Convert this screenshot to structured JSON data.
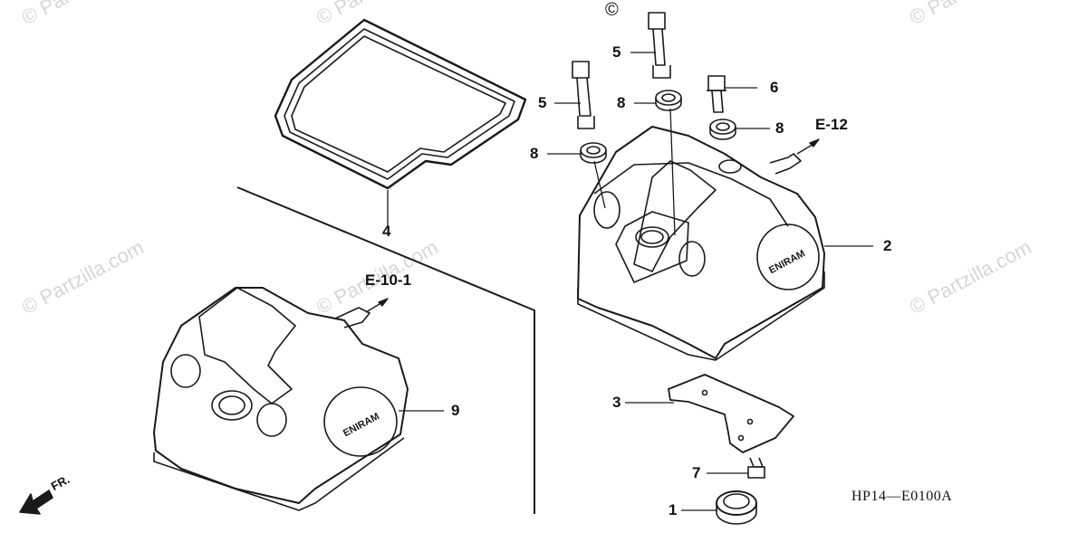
{
  "watermark": "© Partzilla.com",
  "copyright_mark": "©",
  "part_labels": {
    "p1": "1",
    "p2": "2",
    "p3": "3",
    "p4": "4",
    "p5a": "5",
    "p5b": "5",
    "p6": "6",
    "p7": "7",
    "p8a": "8",
    "p8b": "8",
    "p8c": "8",
    "p9": "9"
  },
  "references": {
    "e10": "E-10-1",
    "e12": "E-12"
  },
  "cover_badge": "ENIRAM",
  "direction": "FR.",
  "diagram_code": "HP14—E0100A"
}
